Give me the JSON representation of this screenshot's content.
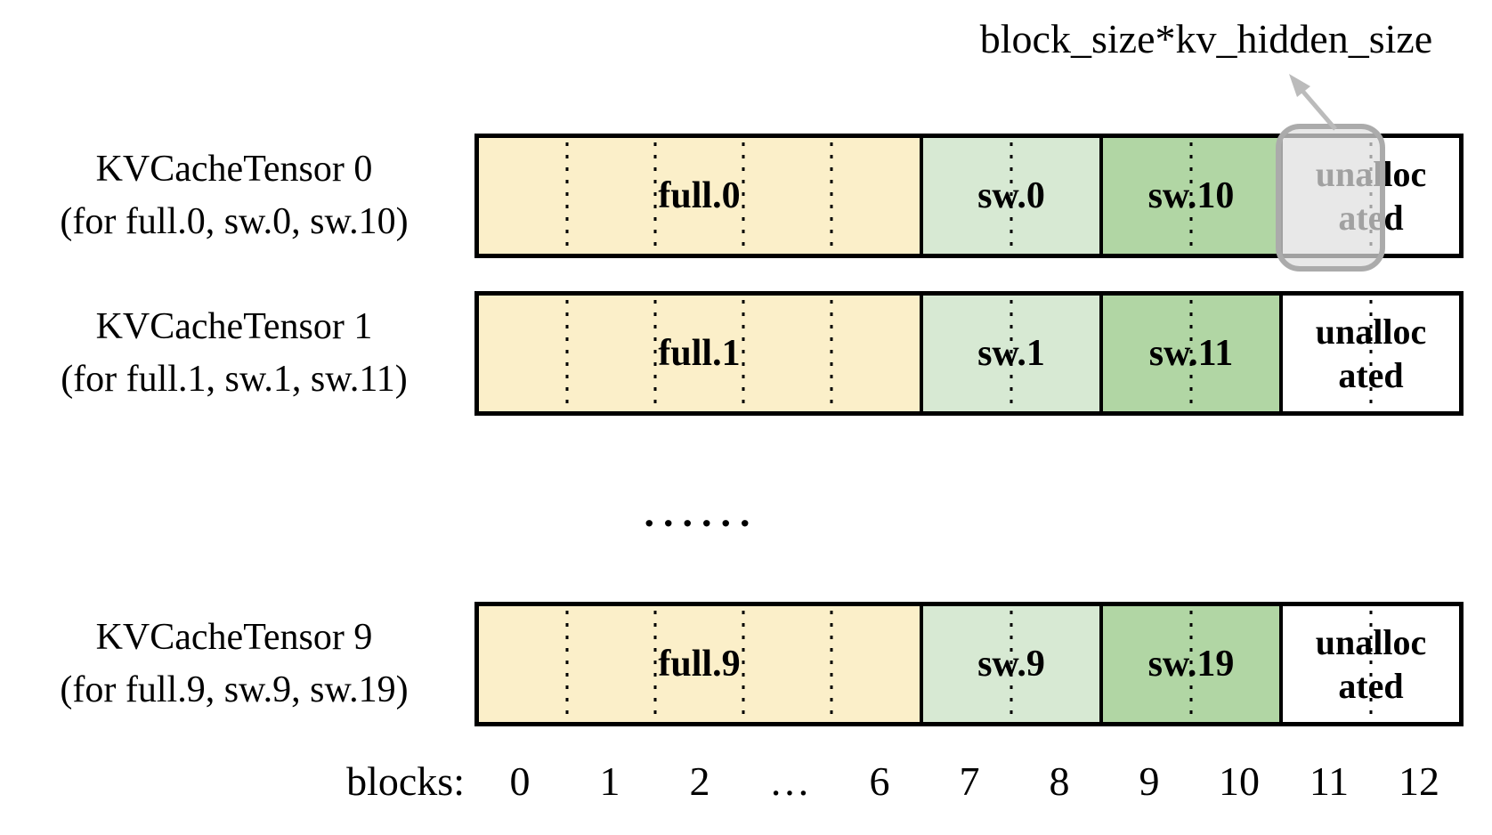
{
  "annotation": {
    "label": "block_size*kv_hidden_size"
  },
  "rows": [
    {
      "title": "KVCacheTensor 0",
      "subtitle": "(for full.0, sw.0, sw.10)",
      "full_label": "full.0",
      "sw_label": "sw.0",
      "sw2_label": "sw.10",
      "unallocated_label": "unallocated",
      "highlighted": true
    },
    {
      "title": "KVCacheTensor 1",
      "subtitle": "(for full.1, sw.1, sw.11)",
      "full_label": "full.1",
      "sw_label": "sw.1",
      "sw2_label": "sw.11",
      "unallocated_label": "unallocated",
      "highlighted": false
    },
    {
      "title": "KVCacheTensor 9",
      "subtitle": "(for full.9, sw.9, sw.19)",
      "full_label": "full.9",
      "sw_label": "sw.9",
      "sw2_label": "sw.19",
      "unallocated_label": "unallocated",
      "highlighted": false
    }
  ],
  "ellipsis_rows": "......",
  "axis": {
    "label": "blocks:",
    "ticks": [
      "0",
      "1",
      "2",
      "…",
      "6",
      "7",
      "8",
      "9",
      "10",
      "11",
      "12"
    ]
  },
  "colors": {
    "full_fill": "#FBEFC9",
    "sw_fill": "#D7E9D3",
    "sw2_fill": "#B1D6A4",
    "unallocated_fill": "#FFFFFF",
    "outline": "#000000",
    "highlight_border": "#ABABAB",
    "highlight_fill": "rgba(223,223,223,0.72)",
    "arrow": "#BBBBBB"
  }
}
